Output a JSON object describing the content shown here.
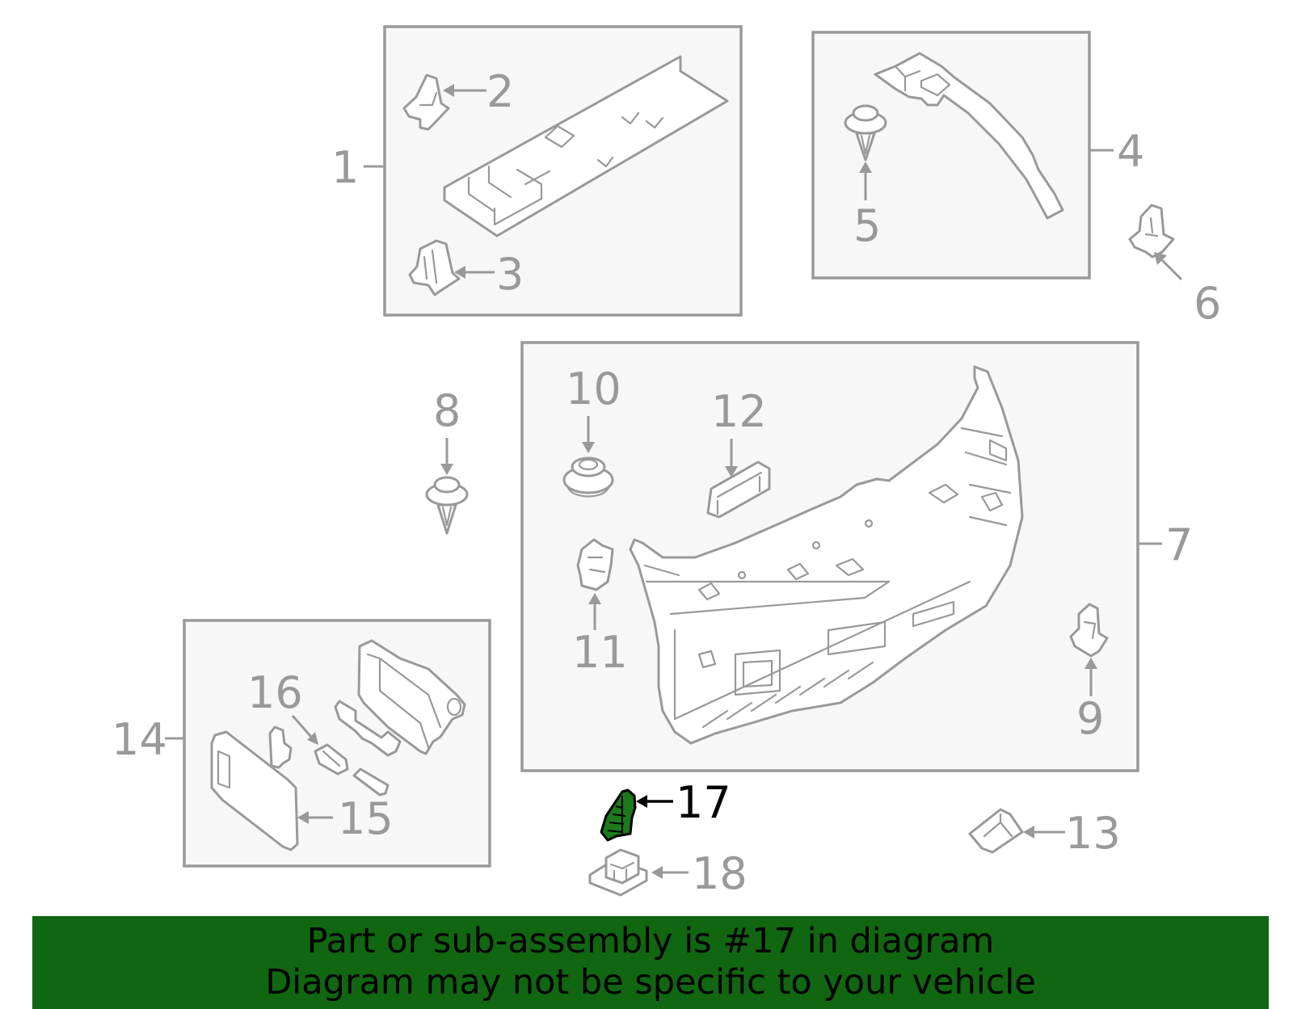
{
  "callouts": [
    {
      "id": "1",
      "label": "1"
    },
    {
      "id": "2",
      "label": "2"
    },
    {
      "id": "3",
      "label": "3"
    },
    {
      "id": "4",
      "label": "4"
    },
    {
      "id": "5",
      "label": "5"
    },
    {
      "id": "6",
      "label": "6"
    },
    {
      "id": "7",
      "label": "7"
    },
    {
      "id": "8",
      "label": "8"
    },
    {
      "id": "9",
      "label": "9"
    },
    {
      "id": "10",
      "label": "10"
    },
    {
      "id": "11",
      "label": "11"
    },
    {
      "id": "12",
      "label": "12"
    },
    {
      "id": "13",
      "label": "13"
    },
    {
      "id": "14",
      "label": "14"
    },
    {
      "id": "15",
      "label": "15"
    },
    {
      "id": "16",
      "label": "16"
    },
    {
      "id": "17",
      "label": "17"
    },
    {
      "id": "18",
      "label": "18"
    }
  ],
  "highlighted_part": "17",
  "colors": {
    "line_gray": "#999999",
    "highlight_fill": "#1c7a1c",
    "banner_bg": "#116611",
    "banner_text": "#000000"
  },
  "banner": {
    "line1": "Part or sub-assembly is #17 in diagram",
    "line2": "Diagram may not be specific to your vehicle"
  }
}
